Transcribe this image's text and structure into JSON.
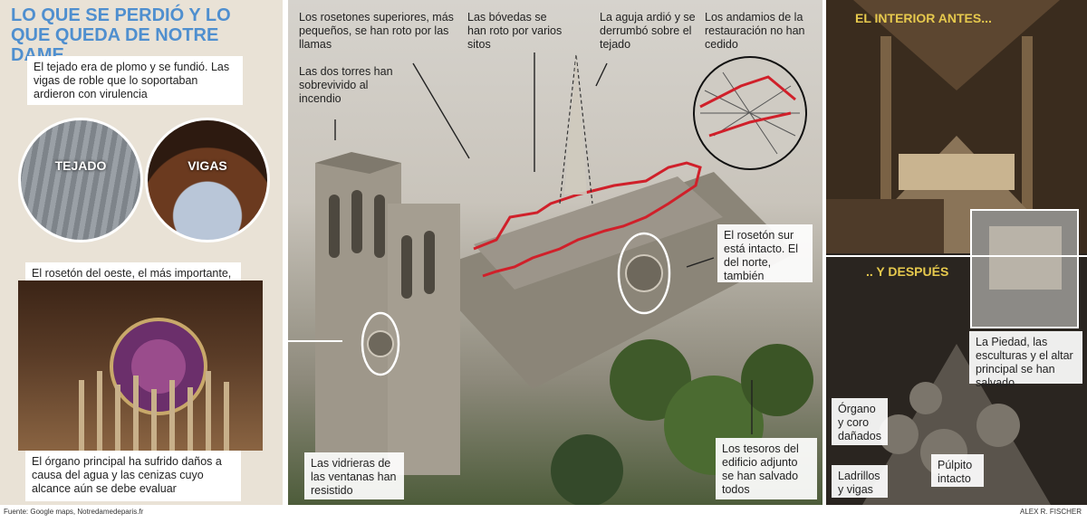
{
  "title": "LO QUE SE PERDIÓ Y LO QUE QUEDA DE NOTRE DAME",
  "left": {
    "roof_text": "El tejado era de plomo y se fundió. Las vigas de roble que lo soportaban ardieron con virulencia",
    "circle_roof_label": "TEJADO",
    "circle_beams_label": "VIGAS",
    "west_rose_text": "El rosetón del oeste, el más importante, ha quedado intacto",
    "organ_text": "El órgano principal ha sufrido daños a causa del agua y las cenizas cuyo alcance aún se debe evaluar"
  },
  "center": {
    "upper_rose_text": "Los rosetones superiores, más pequeños, se han roto por las llamas",
    "vaults_text": "Las bóvedas se han roto por varios sitos",
    "spire_text": "La aguja ardió y se derrumbó sobre el tejado",
    "scaffold_text": "Los andamios de la restauración no han cedido",
    "towers_text": "Las dos torres han sobrevivido al incendio",
    "south_rose_text": "El rosetón sur está intacto. El del norte, también",
    "windows_text": "Las vidrieras de las ventanas han resistido",
    "treasures_text": "Los tesoros del edificio adjunto se han salvado todos"
  },
  "right": {
    "before_title": "EL INTERIOR ANTES...",
    "after_title": ".. Y DESPUÉS",
    "pieta_text": "La Piedad, las esculturas y el altar principal se han salvado",
    "organ_choir_text": "Órgano y coro dañados",
    "bricks_text": "Ladrillos y vigas",
    "pulpit_text": "Púlpito intacto"
  },
  "footer": {
    "source": "Fuente: Google maps, Notredamedeparis.fr",
    "credit": "ALEX R. FISCHER"
  },
  "colors": {
    "title_blue": "#4f8fcf",
    "damage_red": "#d0202a",
    "right_title_gold": "#e6c94d"
  }
}
